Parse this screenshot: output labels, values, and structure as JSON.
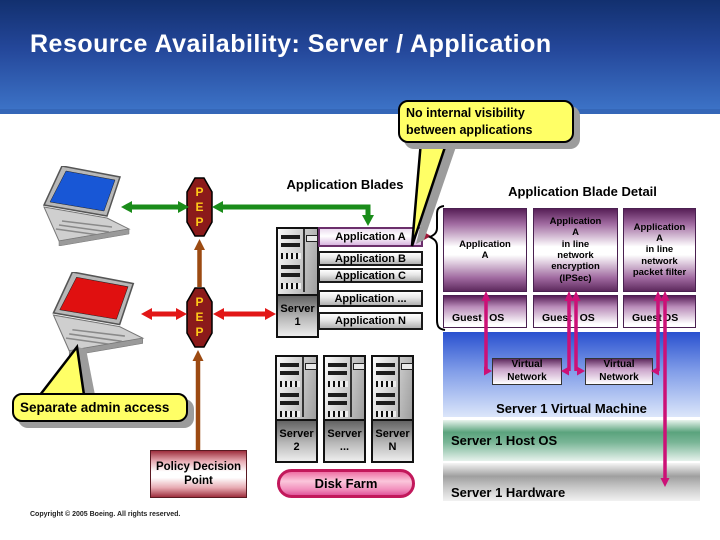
{
  "slide": {
    "title": "Resource Availability: Server / Application",
    "copyright": "Copyright © 2005 Boeing. All rights reserved."
  },
  "callouts": {
    "no_internal_visibility": {
      "line1": "No internal visibility",
      "line2": "between applications"
    },
    "separate_admin_access": {
      "label": "Separate admin access"
    }
  },
  "pep": {
    "letters": [
      "P",
      "E",
      "P"
    ]
  },
  "application_blades": {
    "title": "Application Blades",
    "server": {
      "name_line1": "Server",
      "name_line2": "1"
    },
    "blades": [
      "Application A",
      "Application B",
      "Application C",
      "Application ...",
      "Application N"
    ]
  },
  "blade_detail": {
    "title": "Application Blade Detail",
    "app_boxes": [
      {
        "lines": [
          "Application",
          "A"
        ]
      },
      {
        "lines": [
          "Application",
          "A",
          "in line",
          "network",
          "encryption",
          "(IPSec)"
        ]
      },
      {
        "lines": [
          "Application",
          "A",
          "in line",
          "network",
          "packet filter"
        ]
      }
    ],
    "guest_os": {
      "guest": "Guest",
      "os": "OS"
    },
    "virtual_network": {
      "line1": "Virtual",
      "line2": "Network"
    },
    "vm_label": "Server 1 Virtual Machine",
    "host_os_label": "Server 1 Host OS",
    "hardware_label": "Server 1 Hardware"
  },
  "server_farm": {
    "servers": [
      {
        "name_line1": "Server",
        "name_line2": "2"
      },
      {
        "name_line1": "Server",
        "name_line2": "..."
      },
      {
        "name_line1": "Server",
        "name_line2": "N"
      }
    ],
    "disk_farm_label": "Disk Farm"
  },
  "policy_decision_point": {
    "line1": "Policy Decision",
    "line2": "Point"
  },
  "laptops": [
    {
      "screen_color": "#1857D6"
    },
    {
      "screen_color": "#E01010"
    }
  ],
  "colors": {
    "header_top": "#12306F",
    "header_bottom": "#3C72C6",
    "callout_yellow": "#FFFF66",
    "pep_fill": "#8B1A1A",
    "pep_letters": "#FFC918",
    "arrow_green": "#1A8C1A",
    "arrow_red": "#E21717",
    "arrow_brown": "#9C4A12",
    "arrow_magenta": "#CC1177",
    "purple_box_dark": "#571F57",
    "blue_panel": "#2950CF",
    "host_os_green": "#5AA37D",
    "disk_farm_pink": "#D6246E",
    "pdp_red": "#9E2F3E"
  }
}
